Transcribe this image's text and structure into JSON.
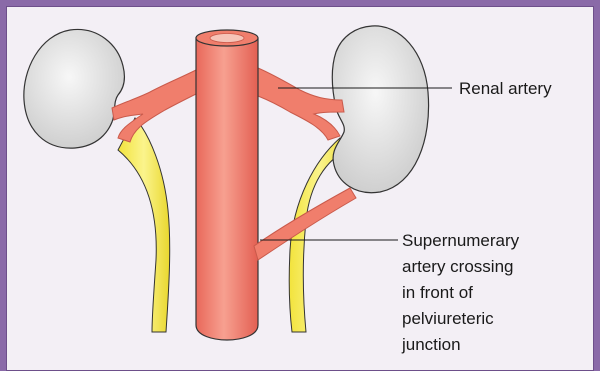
{
  "labels": {
    "renal_artery": "Renal artery",
    "supernumerary_line1": "Supernumerary",
    "supernumerary_line2": "artery crossing",
    "supernumerary_line3": "in front of",
    "supernumerary_line4": "pelviureteric",
    "supernumerary_line5": "junction"
  },
  "colors": {
    "frame_border": "#8a6aa8",
    "background": "#f3eff5",
    "artery": "#f07e6c",
    "artery_dark": "#c95a4b",
    "kidney": "#e6e6e6",
    "ureter": "#f5e94a"
  }
}
